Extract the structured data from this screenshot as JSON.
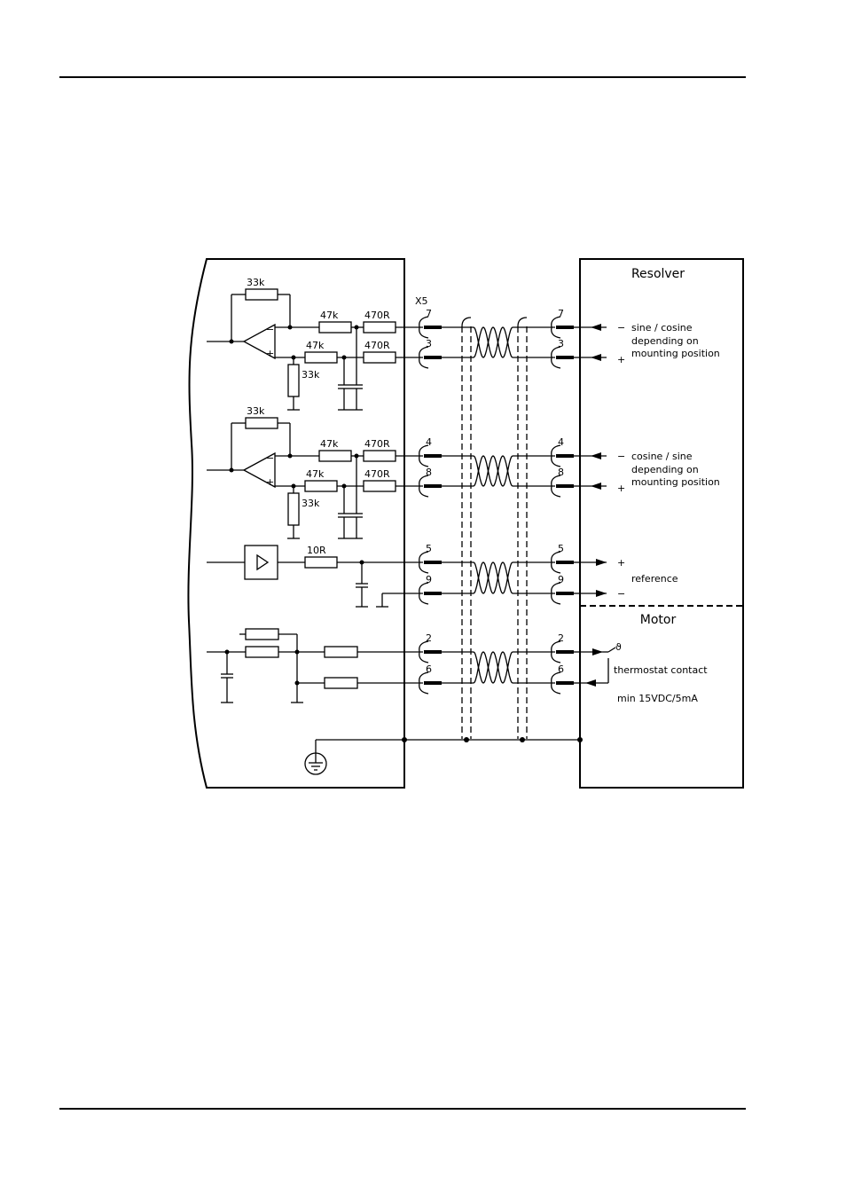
{
  "connector": {
    "name": "X5"
  },
  "devices": {
    "resolver": "Resolver",
    "motor": "Motor"
  },
  "channels": [
    {
      "id": "sin",
      "pins": [
        "7",
        "3"
      ],
      "feedback": "33k",
      "series_r": "47k",
      "filter_r": "470R",
      "bias": "33k",
      "signs": [
        "−",
        "+"
      ],
      "desc": [
        "sine  /  cosine",
        "depending  on",
        "mounting  position"
      ]
    },
    {
      "id": "cos",
      "pins": [
        "4",
        "8"
      ],
      "feedback": "33k",
      "series_r": "47k",
      "filter_r": "470R",
      "bias": "33k",
      "signs": [
        "−",
        "+"
      ],
      "desc": [
        "cosine  /  sine",
        "depending  on",
        "mounting  position"
      ]
    },
    {
      "id": "ref",
      "pins": [
        "5",
        "9"
      ],
      "series_r": "10R",
      "signs": [
        "+",
        "−"
      ],
      "desc": [
        "reference"
      ]
    },
    {
      "id": "therm",
      "pins": [
        "2",
        "6"
      ],
      "desc": [
        "thermostat  contact",
        "min  15VDC/5mA"
      ],
      "symbol": "ϑ"
    }
  ]
}
